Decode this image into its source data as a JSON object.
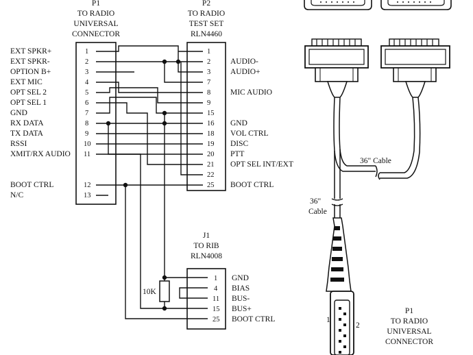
{
  "p1": {
    "title": [
      "P1",
      "TO RADIO",
      "UNIVERSAL",
      "CONNECTOR"
    ],
    "signals": [
      {
        "name": "EXT SPKR+",
        "pin": "1"
      },
      {
        "name": "EXT SPKR-",
        "pin": "2"
      },
      {
        "name": "OPTION B+",
        "pin": "3"
      },
      {
        "name": "EXT MIC",
        "pin": "4"
      },
      {
        "name": "OPT SEL 2",
        "pin": "5"
      },
      {
        "name": "OPT SEL 1",
        "pin": "6"
      },
      {
        "name": "GND",
        "pin": "7"
      },
      {
        "name": "RX DATA",
        "pin": "8"
      },
      {
        "name": "TX DATA",
        "pin": "9"
      },
      {
        "name": "RSSI",
        "pin": "10"
      },
      {
        "name": "XMIT/RX AUDIO",
        "pin": "11"
      },
      {
        "name": "BOOT CTRL",
        "pin": "12"
      },
      {
        "name": "N/C",
        "pin": "13"
      }
    ]
  },
  "p2": {
    "title": [
      "P2",
      "TO RADIO",
      "TEST SET",
      "RLN4460"
    ],
    "pins": [
      {
        "pin": "1",
        "label": ""
      },
      {
        "pin": "2",
        "label": "AUDIO-"
      },
      {
        "pin": "3",
        "label": "AUDIO+"
      },
      {
        "pin": "7",
        "label": ""
      },
      {
        "pin": "8",
        "label": "MIC AUDIO"
      },
      {
        "pin": "9",
        "label": ""
      },
      {
        "pin": "15",
        "label": ""
      },
      {
        "pin": "16",
        "label": "GND"
      },
      {
        "pin": "18",
        "label": "VOL CTRL"
      },
      {
        "pin": "19",
        "label": "DISC"
      },
      {
        "pin": "20",
        "label": "PTT"
      },
      {
        "pin": "21",
        "label": "OPT SEL INT/EXT"
      },
      {
        "pin": "22",
        "label": ""
      },
      {
        "pin": "25",
        "label": "BOOT CTRL"
      }
    ]
  },
  "j1": {
    "title": [
      "J1",
      "TO RIB",
      "RLN4008"
    ],
    "pins": [
      {
        "pin": "1",
        "label": "GND"
      },
      {
        "pin": "4",
        "label": "BIAS"
      },
      {
        "pin": "11",
        "label": "BUS-"
      },
      {
        "pin": "15",
        "label": "BUS+"
      },
      {
        "pin": "25",
        "label": "BOOT CTRL"
      }
    ]
  },
  "resistor_label": "10K",
  "cable_labels": {
    "upper": "36\" Cable",
    "lower_line1": "36\"",
    "lower_line2": "Cable",
    "connector_pin_left": "1",
    "connector_pin_right": "2"
  },
  "p1_connector_label": [
    "P1",
    "TO RADIO",
    "UNIVERSAL",
    "CONNECTOR"
  ]
}
